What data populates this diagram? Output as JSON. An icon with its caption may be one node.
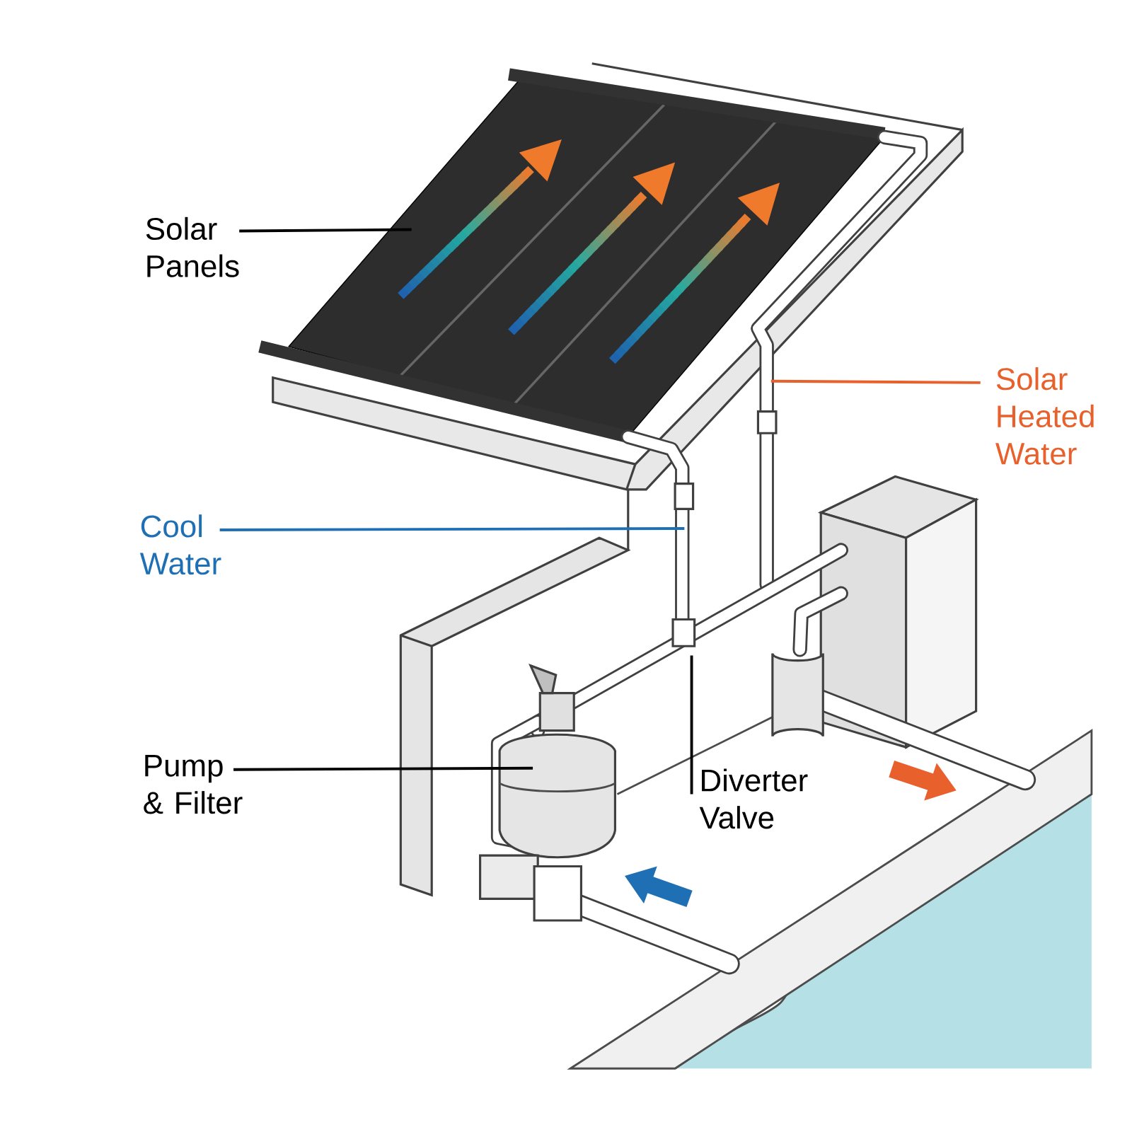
{
  "diagram": {
    "nodes": [
      {
        "text": [
          "Solar Panels"
        ]
      },
      {
        "text": [
          "Cool Water"
        ]
      },
      {
        "text": [
          "Solar Heated Water"
        ]
      },
      {
        "text": [
          "Pump & Filter"
        ]
      },
      {
        "text": [
          "Diverter Valve"
        ]
      }
    ],
    "edges": [
      {
        "from": 0,
        "to": null,
        "arrow": "none"
      },
      {
        "from": 1,
        "to": null,
        "arrow": "none",
        "color": "#1f6fb5"
      },
      {
        "from": 2,
        "to": null,
        "arrow": "none",
        "color": "#e8602c"
      },
      {
        "from": 3,
        "to": null,
        "arrow": "none"
      },
      {
        "from": 4,
        "to": null,
        "arrow": "none"
      }
    ]
  }
}
